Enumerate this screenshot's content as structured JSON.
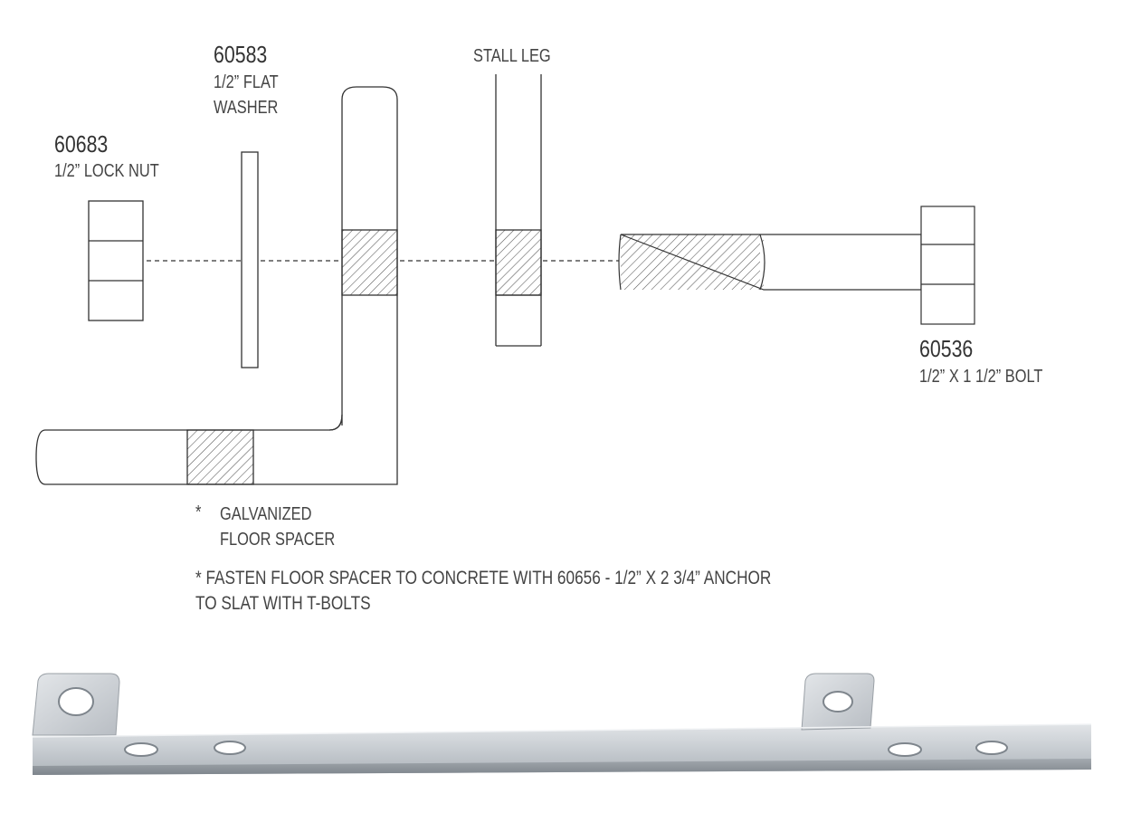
{
  "parts": {
    "lock_nut": {
      "part_no": "60683",
      "desc": "1/2” LOCK NUT"
    },
    "washer": {
      "part_no": "60583",
      "desc_line1": "1/2” FLAT",
      "desc_line2": "WASHER"
    },
    "stall_leg": {
      "label": "STALL LEG"
    },
    "bolt": {
      "part_no": "60536",
      "desc": "1/2” X 1 1/2” BOLT"
    },
    "floor_spacer": {
      "asterisk": "*",
      "line1": "GALVANIZED",
      "line2": "FLOOR SPACER"
    }
  },
  "footnote": {
    "line1": "* FASTEN FLOOR SPACER TO CONCRETE WITH 60656 - 1/2” X 2 3/4” ANCHOR",
    "line2": "TO SLAT WITH T-BOLTS"
  },
  "colors": {
    "line": "#333333",
    "hatch": "#555555",
    "metal_light": "#d4d8dc",
    "metal_mid": "#b9bec4",
    "metal_dark": "#8e959c"
  }
}
